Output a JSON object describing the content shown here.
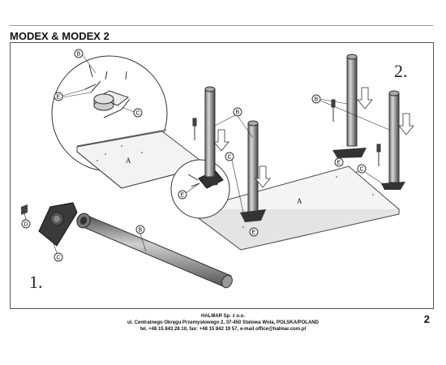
{
  "header": {
    "title": "MODEX & MODEX 2"
  },
  "diagram": {
    "step1": "1.",
    "step2": "2.",
    "part_a": "A",
    "part_b": "B",
    "part_c": "C",
    "part_d": "D",
    "part_e": "E"
  },
  "footer": {
    "company": "HALMAR Sp. z o.o.",
    "address": "ul. Centralnego Okręgu Przemysłowego 2, 37-450 Stalowa Wola, POLSKA/POLAND",
    "contact": "tel. +48 15 843 28 10, fax: +48 15 842 19 57, e-mail office@halmar.com.pl",
    "page": "2"
  }
}
